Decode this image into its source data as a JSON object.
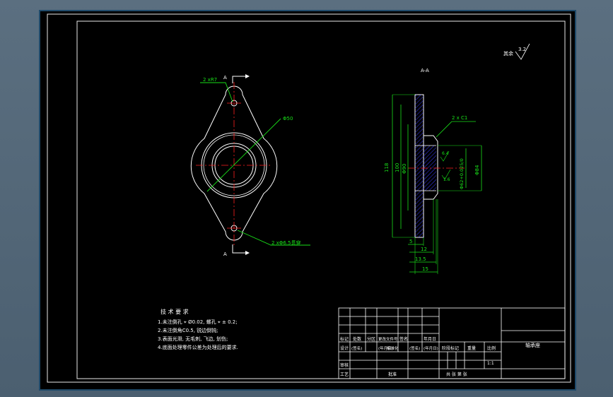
{
  "drawing": {
    "surface_roughness_note": "其余",
    "surface_roughness_value": "3.2",
    "section_title": "A-A",
    "section_mark_top": "A",
    "section_mark_bottom": "A",
    "front_labels": {
      "top_hole": "2 xR7",
      "boss_dia": "Φ50",
      "bottom_holes": "2 xΦ6.5贯穿"
    },
    "side_labels": {
      "chamfer": "2 x C1",
      "rough_1": "6.4",
      "rough_2": "1.6",
      "total_height": "118",
      "height_100": "100",
      "height_90": "Φ90",
      "tol_dia": "Φ62+0.025/0",
      "dia_84": "Φ84",
      "dim_5": "5",
      "dim_12": "12",
      "dim_13_5": "13.5",
      "dim_15": "15"
    },
    "tech_req": {
      "title": "技 术 要 求",
      "lines": [
        "1.未注倒孔  ⌖ Ø0.02, 螺孔  ⌖ ± 0.2;",
        "2.未注倒角C0.5, 锐边倒钝;",
        "3.表面光滑, 无毛刺, 飞边, 划伤;",
        "4.底面处理零件公差为处理后的要求."
      ]
    },
    "title_block": {
      "part_name": "轴承座",
      "scale_value": "1:1",
      "cells": {
        "mark": "标记",
        "count": "处数",
        "zone": "分区",
        "change_doc": "更改文件号",
        "sign": "签名",
        "date": "年月日",
        "design": "设计",
        "sign2": "(签名)",
        "date2": "(年月日)",
        "standard": "标准化",
        "sign3": "(签名)",
        "date3": "(年月日)",
        "stage_mark": "阶段标记",
        "weight": "重量",
        "scale": "比例",
        "review": "审核",
        "craft": "工艺",
        "approve": "批准",
        "sheets": "共 张 第 张"
      }
    }
  }
}
